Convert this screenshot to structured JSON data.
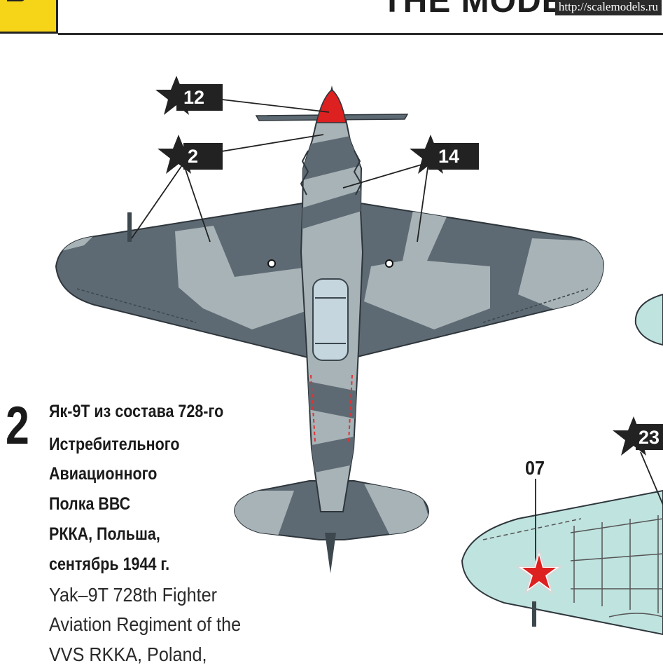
{
  "header": {
    "title": "THE MODEL",
    "watermark": "http://scalemodels.ru"
  },
  "callouts": [
    {
      "id": "callout-12",
      "text": "12"
    },
    {
      "id": "callout-2",
      "text": "2"
    },
    {
      "id": "callout-14",
      "text": "14"
    },
    {
      "id": "callout-23",
      "text": "23"
    }
  ],
  "caption": {
    "number": "2",
    "ru_lines": [
      "Як-9Т из состава 728-го",
      "Истребительного",
      "Авиационного",
      "Полка ВВС",
      "РККА, Польша,",
      "сентябрь 1944 г."
    ],
    "en_lines": [
      "Yak–9T 728th   Fighter",
      "Aviation Regiment of the",
      "VVS RKKA, Poland,"
    ]
  },
  "second_aircraft": {
    "label": "07"
  },
  "colors": {
    "dark_camo": "#5e6a73",
    "light_camo": "#a7b3b6",
    "canopy": "#c6d6de",
    "spinner": "#dd2020",
    "second_aircraft_fill": "#bfe3df",
    "accent_yellow": "#f6d417"
  }
}
